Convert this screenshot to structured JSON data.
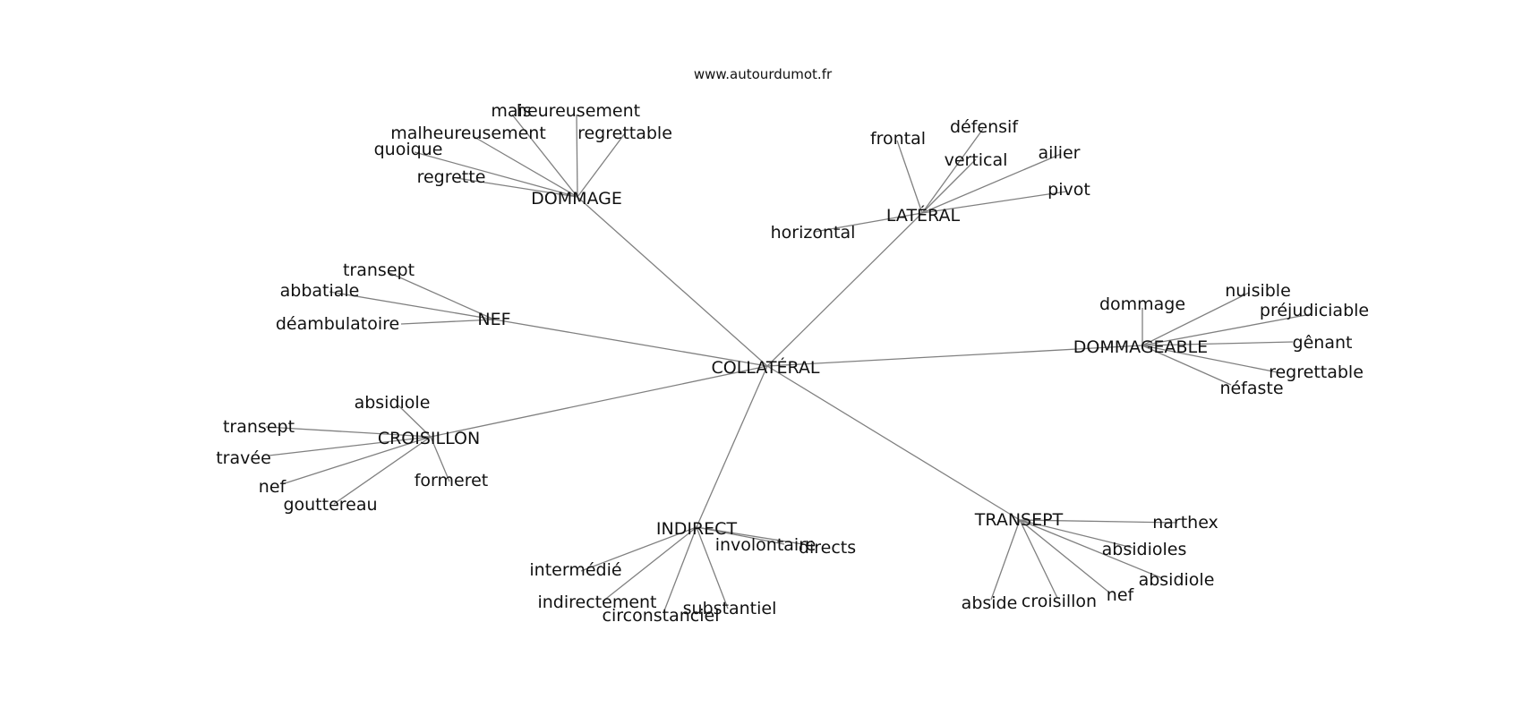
{
  "header": {
    "site": "www.autourdumot.fr"
  },
  "colors": {
    "edge": "#808080",
    "text": "#111111",
    "background": "#ffffff"
  },
  "graph": {
    "center": "COLLATÉRAL",
    "hubs": [
      {
        "id": "dommage",
        "label": "DOMMAGE",
        "leaves": [
          "mais",
          "heureusement",
          "malheureusement",
          "regrettable",
          "quoique",
          "regrette"
        ]
      },
      {
        "id": "lateral",
        "label": "LATÉRAL",
        "leaves": [
          "frontal",
          "défensif",
          "vertical",
          "ailier",
          "pivot",
          "horizontal"
        ]
      },
      {
        "id": "nef",
        "label": "NEF",
        "leaves": [
          "transept",
          "abbatiale",
          "déambulatoire"
        ]
      },
      {
        "id": "dommageable",
        "label": "DOMMAGEABLE",
        "leaves": [
          "dommage",
          "nuisible",
          "préjudiciable",
          "gênant",
          "regrettable",
          "néfaste"
        ]
      },
      {
        "id": "croisillon",
        "label": "CROISILLON",
        "leaves": [
          "absidiole",
          "transept",
          "travée",
          "nef",
          "gouttereau",
          "formeret"
        ]
      },
      {
        "id": "indirect",
        "label": "INDIRECT",
        "leaves": [
          "involontaire",
          "directs",
          "intermédié",
          "indirectement",
          "circonstanciel",
          "substantiel"
        ]
      },
      {
        "id": "transept",
        "label": "TRANSEPT",
        "leaves": [
          "narthex",
          "absidioles",
          "absidiole",
          "nef",
          "croisillon",
          "abside"
        ]
      }
    ]
  }
}
